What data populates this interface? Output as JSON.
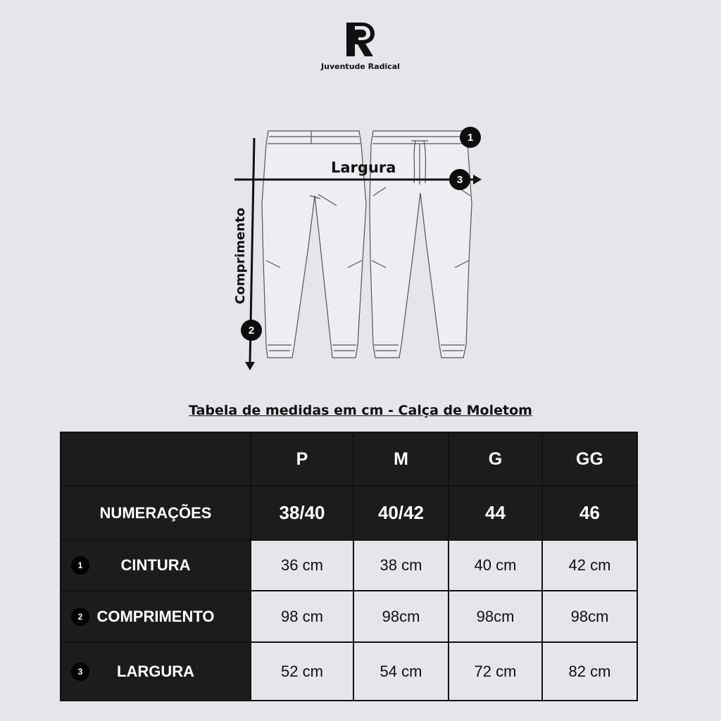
{
  "brand": {
    "name": "Juventude Radical"
  },
  "diagram": {
    "width_label": "Largura",
    "length_label": "Comprimento",
    "badges": [
      "1",
      "2",
      "3"
    ]
  },
  "table": {
    "title": "Tabela de medidas em cm - Calça de Moletom",
    "sizes": [
      "P",
      "M",
      "G",
      "GG"
    ],
    "numeracoes_label": "NUMERAÇÕES",
    "numeracoes": [
      "38/40",
      "40/42",
      "44",
      "46"
    ],
    "rows": [
      {
        "badge": "1",
        "label": "CINTURA",
        "values": [
          "36 cm",
          "38 cm",
          "40 cm",
          "42 cm"
        ]
      },
      {
        "badge": "2",
        "label": "COMPRIMENTO",
        "values": [
          "98 cm",
          "98cm",
          "98cm",
          "98cm"
        ]
      },
      {
        "badge": "3",
        "label": "LARGURA",
        "values": [
          "52 cm",
          "54 cm",
          "72 cm",
          "82 cm"
        ]
      }
    ]
  }
}
